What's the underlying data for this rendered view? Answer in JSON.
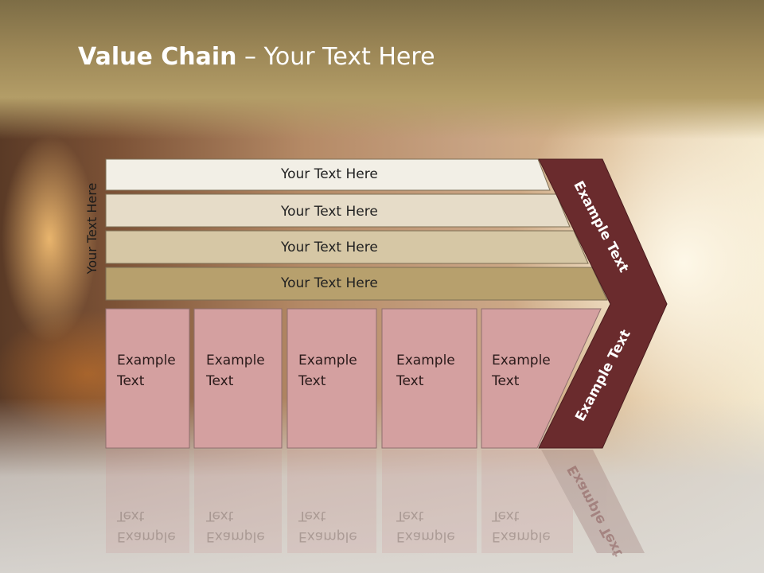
{
  "title": {
    "bold": "Value Chain",
    "rest": " – Your Text Here"
  },
  "side_label": "Your Text Here",
  "bands": [
    {
      "label": "Your Text Here"
    },
    {
      "label": "Your Text Here"
    },
    {
      "label": "Your Text Here"
    },
    {
      "label": "Your Text Here"
    }
  ],
  "chevron": {
    "top_label": "Example Text",
    "bottom_label": "Example Text"
  },
  "boxes": [
    {
      "line1": "Example",
      "line2": "Text"
    },
    {
      "line1": "Example",
      "line2": "Text"
    },
    {
      "line1": "Example",
      "line2": "Text"
    },
    {
      "line1": "Example",
      "line2": "Text"
    },
    {
      "line1": "Example",
      "line2": "Text"
    }
  ],
  "colors": {
    "band1": "#f2efe6",
    "band2": "#e6dcc8",
    "band3": "#d6c7a5",
    "band4": "#b7a06d",
    "box": "#d4a0a0",
    "chevron": "#6a2b2d"
  }
}
